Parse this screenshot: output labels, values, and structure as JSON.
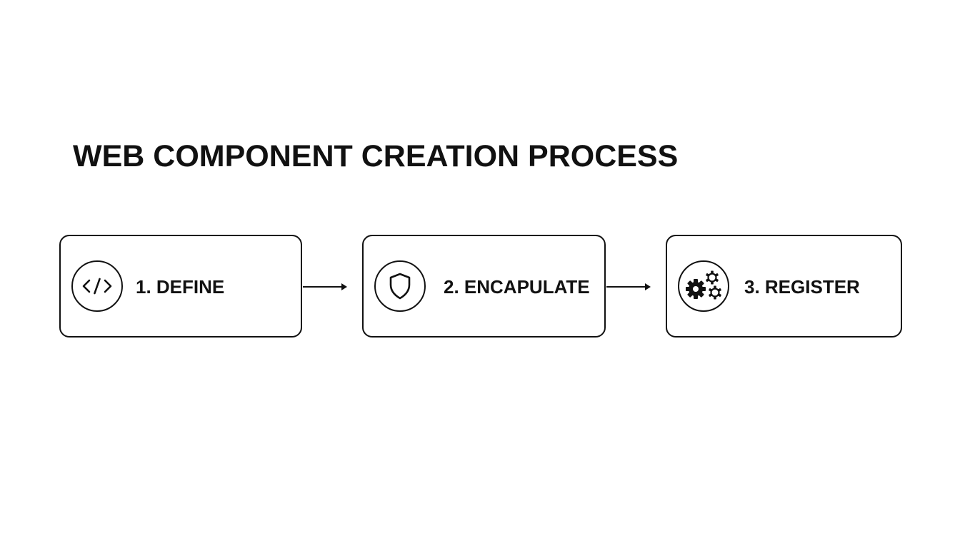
{
  "diagram": {
    "title": "WEB COMPONENT CREATION PROCESS",
    "steps": [
      {
        "label": "1. DEFINE",
        "icon": "code-brackets-icon"
      },
      {
        "label": "2. ENCAPULATE",
        "icon": "shield-icon"
      },
      {
        "label": "3. REGISTER",
        "icon": "gears-icon"
      }
    ],
    "colors": {
      "stroke": "#111111",
      "background": "#ffffff"
    }
  }
}
